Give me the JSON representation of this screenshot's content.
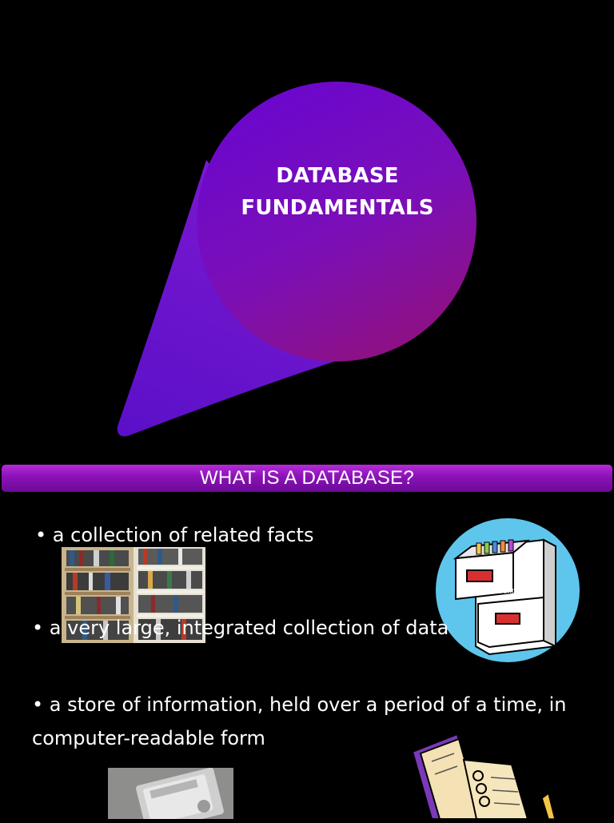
{
  "slide": {
    "title_lines": [
      "DATABASE",
      "FUNDAMENTALS"
    ],
    "section_heading": "WHAT IS A DATABASE?",
    "bullets": [
      "• a collection of related facts",
      "• a very large, integrated collection of data",
      "• a store of information, held over a period of a time, in computer-readable form"
    ],
    "images": {
      "bookshelf": "bookshelf-photo",
      "cabinet": "filing-cabinet-illustration",
      "cabinet_watermark": "iStockphoto",
      "notebook": "notebook-pencil-illustration",
      "drive": "hard-drive-photo"
    }
  },
  "colors": {
    "background": "#000000",
    "pin_top": "#7a12c8",
    "pin_bottom": "#8a0e8a",
    "banner": "#8a12b6",
    "text": "#ffffff"
  }
}
